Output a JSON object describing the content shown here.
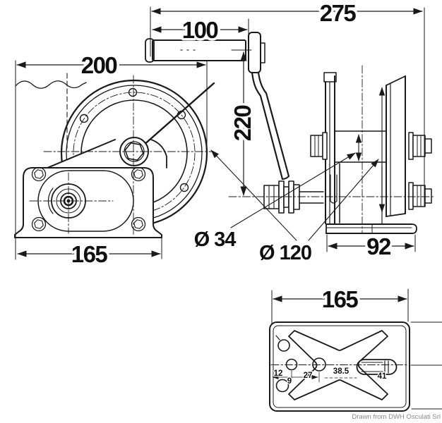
{
  "meta": {
    "credit": "Drawn from DWH Osculati Srl"
  },
  "colors": {
    "line": "#1a1a1a",
    "dim_text": "#101010",
    "credit_text": "#8a8a8a",
    "background": "#ffffff"
  },
  "dims": {
    "grip_length": "100",
    "overall_width": "275",
    "side_width": "200",
    "handle_length": "220",
    "side_base_width": "165",
    "drum_core_diameter": "Ø 34",
    "flange_diameter": "Ø 120",
    "body_depth": "92",
    "plate_length": "165"
  },
  "plate_marks": {
    "hole_spacing_a": "12",
    "hole_spacing_b": "27",
    "center_spacing": "38.5",
    "hole_diameter": "9",
    "slot_length": "41"
  }
}
